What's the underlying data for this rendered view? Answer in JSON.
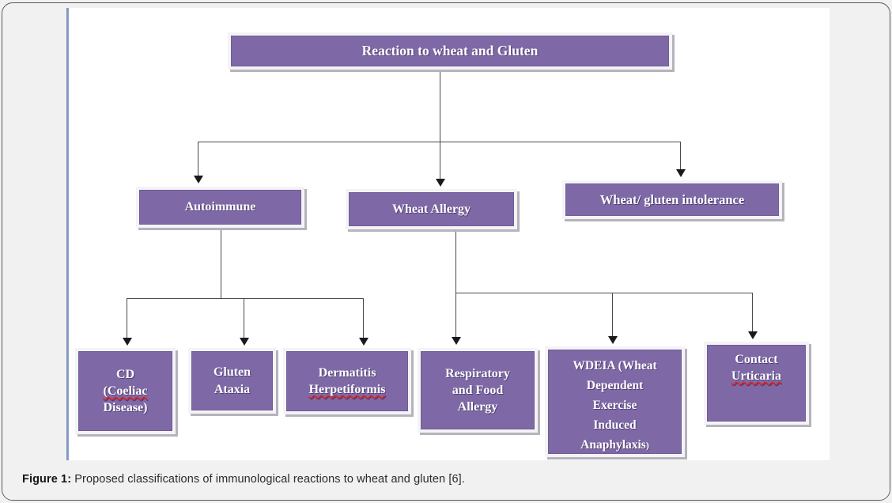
{
  "figure": {
    "caption_label": "Figure 1:",
    "caption_text": " Proposed classifications of immunological reactions to wheat and gluten [6]."
  },
  "colors": {
    "node_fill": "#7e69a6",
    "node_border": "#f4f3f6",
    "node_shadow": "#b6b3bd",
    "node_text": "#ffffff",
    "connector": "#4a4a4a",
    "rail_left": "#7f96c2",
    "rail_right": "#4f6387",
    "caption_band": "#f1f1f1",
    "spellcheck_underline": "#e02020"
  },
  "chart_data": {
    "type": "diagram",
    "subtype": "hierarchical-flowchart",
    "title": "Reaction to wheat and Gluten",
    "levels": 3,
    "nodes": [
      {
        "id": "root",
        "label": "Reaction to wheat and Gluten",
        "level": 0,
        "parent": null
      },
      {
        "id": "autoimmune",
        "label": "Autoimmune",
        "level": 1,
        "parent": "root"
      },
      {
        "id": "wheat-allergy",
        "label": "Wheat Allergy",
        "level": 1,
        "parent": "root"
      },
      {
        "id": "wheat-gluten-intolerance",
        "label": "Wheat/ gluten intolerance",
        "level": 1,
        "parent": "root"
      },
      {
        "id": "cd",
        "label": "CD (Coeliac Disease)",
        "level": 2,
        "parent": "autoimmune"
      },
      {
        "id": "gluten-ataxia",
        "label": "Gluten Ataxia",
        "level": 2,
        "parent": "autoimmune"
      },
      {
        "id": "dermatitis-herpetiformis",
        "label": "Dermatitis Herpetiformis",
        "level": 2,
        "parent": "autoimmune"
      },
      {
        "id": "respiratory-food-allergy",
        "label": "Respiratory and Food Allergy",
        "level": 2,
        "parent": "wheat-allergy"
      },
      {
        "id": "wdeia",
        "label": "WDEIA (Wheat Dependent Exercise Induced Anaphylaxis)",
        "level": 2,
        "parent": "wheat-allergy"
      },
      {
        "id": "contact-urticaria",
        "label": "Contact Urticaria",
        "level": 2,
        "parent": "wheat-allergy"
      }
    ],
    "edges": [
      {
        "from": "root",
        "to": "autoimmune"
      },
      {
        "from": "root",
        "to": "wheat-allergy"
      },
      {
        "from": "root",
        "to": "wheat-gluten-intolerance"
      },
      {
        "from": "autoimmune",
        "to": "cd"
      },
      {
        "from": "autoimmune",
        "to": "gluten-ataxia"
      },
      {
        "from": "autoimmune",
        "to": "dermatitis-herpetiformis"
      },
      {
        "from": "wheat-allergy",
        "to": "respiratory-food-allergy"
      },
      {
        "from": "wheat-allergy",
        "to": "wdeia"
      },
      {
        "from": "wheat-allergy",
        "to": "contact-urticaria"
      }
    ]
  },
  "nodes": {
    "root": {
      "line1": "Reaction to wheat and Gluten"
    },
    "autoimmune": {
      "line1": "Autoimmune"
    },
    "wheat_allergy": {
      "line1": "Wheat Allergy"
    },
    "wheat_gluten_intolerance": {
      "line1": "Wheat/ gluten intolerance"
    },
    "cd": {
      "line1": "CD",
      "line2": "(Coeliac",
      "line3": "Disease)"
    },
    "gluten_ataxia": {
      "line1": "Gluten",
      "line2": "Ataxia"
    },
    "dermatitis": {
      "line1": "Dermatitis",
      "line2": "Herpetiformis"
    },
    "respiratory": {
      "line1": "Respiratory",
      "line2": "and Food",
      "line3": "Allergy"
    },
    "wdeia": {
      "line1": "WDEIA   (Wheat",
      "line2": "Dependent",
      "line3": "Exercise",
      "line4": "Induced",
      "line5": "Anaphylaxis",
      "line5b": ")"
    },
    "contact_urticaria": {
      "line1": "Contact",
      "line2": "Urticaria"
    }
  }
}
